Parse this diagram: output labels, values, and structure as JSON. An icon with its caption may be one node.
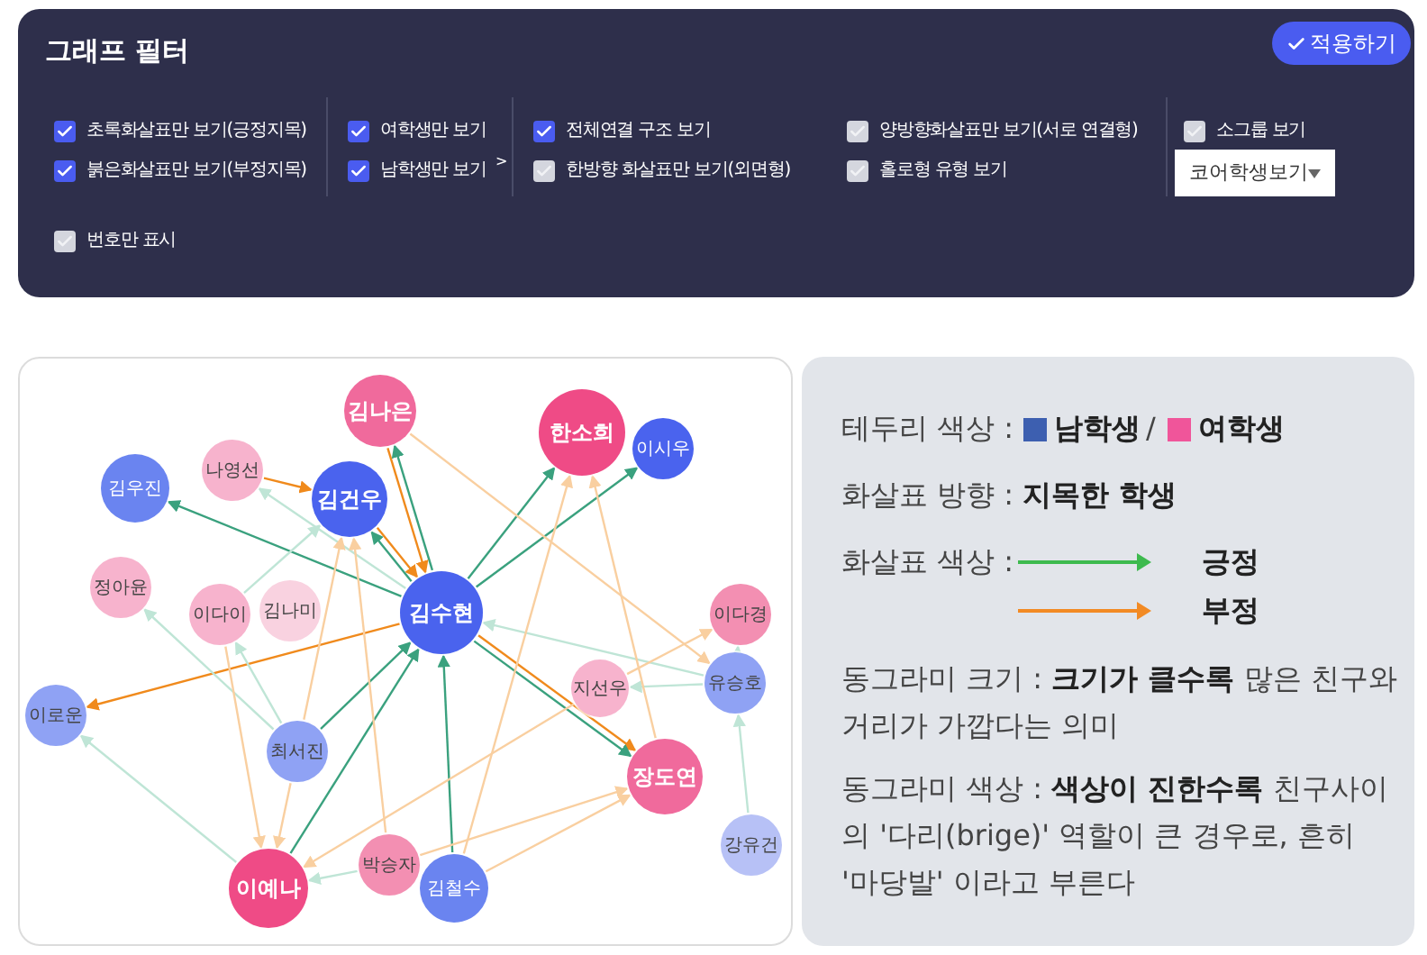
{
  "diagram": {
    "title": "그래프 필터",
    "nodes": [
      {
        "text": [
          "김나은"
        ]
      },
      {
        "text": [
          "한소희"
        ]
      },
      {
        "text": [
          "이시우"
        ]
      },
      {
        "text": [
          "나영선"
        ]
      },
      {
        "text": [
          "김우진"
        ]
      },
      {
        "text": [
          "김건우"
        ]
      },
      {
        "text": [
          "정아윤"
        ]
      },
      {
        "text": [
          "김나미"
        ]
      },
      {
        "text": [
          "이다이"
        ]
      },
      {
        "text": [
          "김수현"
        ]
      },
      {
        "text": [
          "지선우"
        ]
      },
      {
        "text": [
          "이다경"
        ]
      },
      {
        "text": [
          "이로운"
        ]
      },
      {
        "text": [
          "유승호"
        ]
      },
      {
        "text": [
          "최서진"
        ]
      },
      {
        "text": [
          "장도연"
        ]
      },
      {
        "text": [
          "강유건"
        ]
      },
      {
        "text": [
          "박승자"
        ]
      },
      {
        "text": [
          "이예나"
        ]
      },
      {
        "text": [
          "김철수"
        ]
      }
    ],
    "edges": [
      {
        "from": 9,
        "to": 0,
        "arrow": "to",
        "color": "#3aa17e"
      },
      {
        "from": 0,
        "to": 9,
        "arrow": "to",
        "color": "#f08a1c"
      },
      {
        "from": 9,
        "to": 1,
        "arrow": "to",
        "color": "#3aa17e"
      },
      {
        "from": 9,
        "to": 2,
        "arrow": "to",
        "color": "#3aa17e"
      },
      {
        "from": 9,
        "to": 4,
        "arrow": "to",
        "color": "#3aa17e"
      },
      {
        "from": 3,
        "to": 5,
        "arrow": "to",
        "color": "#f08a1c"
      },
      {
        "from": 5,
        "to": 9,
        "arrow": "to",
        "color": "#f08a1c"
      },
      {
        "from": 9,
        "to": 12,
        "arrow": "to",
        "color": "#f08a1c"
      },
      {
        "from": 9,
        "to": 15,
        "arrow": "to",
        "color": "#f08a1c"
      },
      {
        "from": 9,
        "to": 15,
        "arrow": "to",
        "color": "#3aa17e"
      },
      {
        "from": 9,
        "to": 5,
        "arrow": "to",
        "color": "#3aa17e"
      },
      {
        "from": 14,
        "to": 9,
        "arrow": "to",
        "color": "#3aa17e"
      },
      {
        "from": 18,
        "to": 9,
        "arrow": "to",
        "color": "#3aa17e"
      },
      {
        "from": 19,
        "to": 9,
        "arrow": "to",
        "color": "#3aa17e"
      },
      {
        "from": 13,
        "to": 9,
        "arrow": "to",
        "color": "#bfe5d6"
      },
      {
        "from": 13,
        "to": 10,
        "arrow": "to",
        "color": "#bfe5d6"
      },
      {
        "from": 13,
        "to": 11,
        "arrow": "to",
        "color": "#bfe5d6"
      },
      {
        "from": 16,
        "to": 13,
        "arrow": "to",
        "color": "#bfe5d6"
      },
      {
        "from": 18,
        "to": 12,
        "arrow": "to",
        "color": "#bfe5d6"
      },
      {
        "from": 14,
        "to": 6,
        "arrow": "to",
        "color": "#bfe5d6"
      },
      {
        "from": 14,
        "to": 8,
        "arrow": "to",
        "color": "#bfe5d6"
      },
      {
        "from": 8,
        "to": 5,
        "arrow": "to",
        "color": "#bfe5d6"
      },
      {
        "from": 17,
        "to": 18,
        "arrow": "to",
        "color": "#bfe5d6"
      },
      {
        "from": 9,
        "to": 3,
        "arrow": "to",
        "color": "#bfe5d6"
      },
      {
        "from": 8,
        "to": 18,
        "arrow": "to"
      },
      {
        "from": 14,
        "to": 18,
        "arrow": "to"
      },
      {
        "from": 14,
        "to": 5,
        "arrow": "to"
      },
      {
        "from": 19,
        "to": 1,
        "arrow": "to"
      },
      {
        "from": 15,
        "to": 1,
        "arrow": "to"
      },
      {
        "from": 0,
        "to": 13,
        "arrow": "to"
      },
      {
        "from": 10,
        "to": 11,
        "arrow": "to"
      },
      {
        "from": 17,
        "to": 15,
        "arrow": "to"
      },
      {
        "from": 19,
        "to": 15,
        "arrow": "to"
      },
      {
        "from": 10,
        "to": 18,
        "arrow": "to"
      },
      {
        "from": 17,
        "to": 5,
        "arrow": "to"
      }
    ],
    "labels": [
      "적용하기",
      "초록화살표만 보기(긍정지목)",
      "여학생만 보기",
      "전체연결 구조 보기",
      "양방향화살표만 보기(서로 연결형)",
      "소그룹 보기",
      "붉은화살표만 보기(부정지목)",
      "남학생만 보기",
      ">",
      "한방향 화살표만 보기(외면형)",
      "홀로형 유형 보기",
      "코어학생보기",
      "번호만 표시",
      "테두리 색상 :",
      "/",
      "화살표 방향 : **지목한 학생**",
      "화살표 색상 :",
      "동그라미 크기 : **크기가 클수록** 많은 친구와 거리가 가깝다는 의미",
      "동그라미 색상 : **색상이 진한수록** 친구사이의 '다리(brige)' 역할이 큰 경우로, 흔히 '마당발' 이라고 부른다"
    ],
    "legend": [
      {
        "text": "남학생",
        "color": "#3d5fb0"
      },
      {
        "text": "여학생",
        "color": "#f0559a"
      },
      {
        "text": "긍정"
      },
      {
        "text": "부정"
      }
    ]
  }
}
